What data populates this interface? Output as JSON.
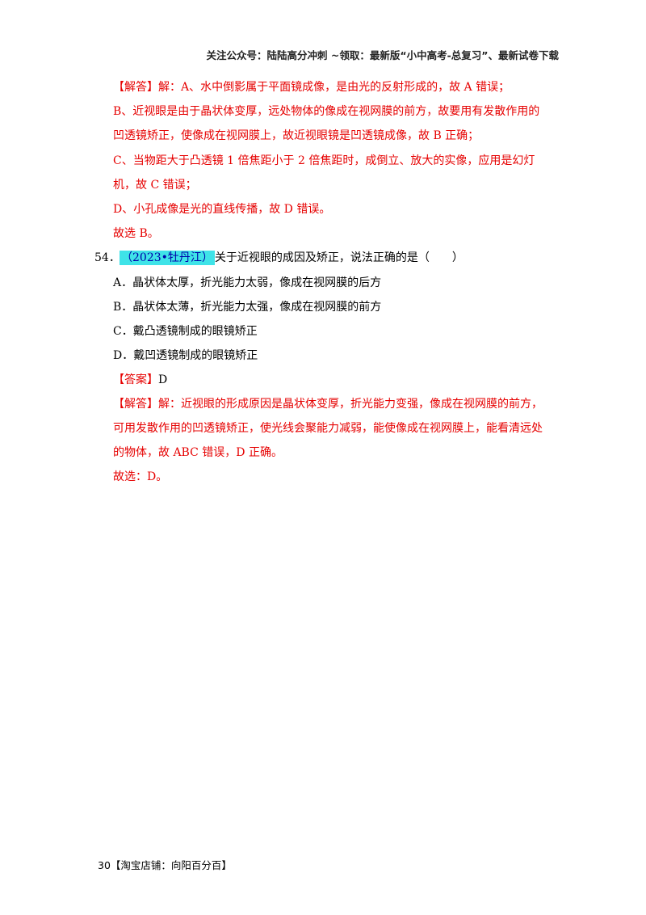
{
  "header": {
    "text": "关注公众号：陆陆高分冲刺  ~领取：最新版“小中高考-总复习”、最新试卷下载"
  },
  "prev_answer": {
    "line1": "【解答】解：A、水中倒影属于平面镜成像，是由光的反射形成的，故 A 错误；",
    "line2": "B、近视眼是由于晶状体变厚，远处物体的像成在视网膜的前方，故要用有发散作用的",
    "line3": "凹透镜矫正，使像成在视网膜上，故近视眼镜是凹透镜成像，故 B 正确；",
    "line4": "C、当物距大于凸透镜 1 倍焦距小于 2 倍焦距时，成倒立、放大的实像，应用是幻灯",
    "line5": "机，故 C 错误；",
    "line6": "D、小孔成像是光的直线传播，故 D 错误。",
    "line7": "故选 B。"
  },
  "question": {
    "number": "54．",
    "source_tag": "（2023•牡丹江）",
    "stem": "关于近视眼的成因及矫正，说法正确的是（　　）",
    "options": [
      "A．晶状体太厚，折光能力太弱，像成在视网膜的后方",
      "B．晶状体太薄，折光能力太强，像成在视网膜的前方",
      "C．戴凸透镜制成的眼镜矫正",
      "D．戴凹透镜制成的眼镜矫正"
    ],
    "answer_label": "【答案】",
    "answer_value": "D",
    "explain1": "【解答】解：近视眼的形成原因是晶状体变厚，折光能力变强，像成在视网膜的前方，",
    "explain2": "可用发散作用的凹透镜矫正，使光线会聚能力减弱，能使像成在视网膜上，能看清远处",
    "explain3": "的物体，故 ABC 错误，D 正确。",
    "explain4": "故选：D。"
  },
  "footer": {
    "page": "30",
    "text": "【淘宝店铺：向阳百分百】"
  }
}
